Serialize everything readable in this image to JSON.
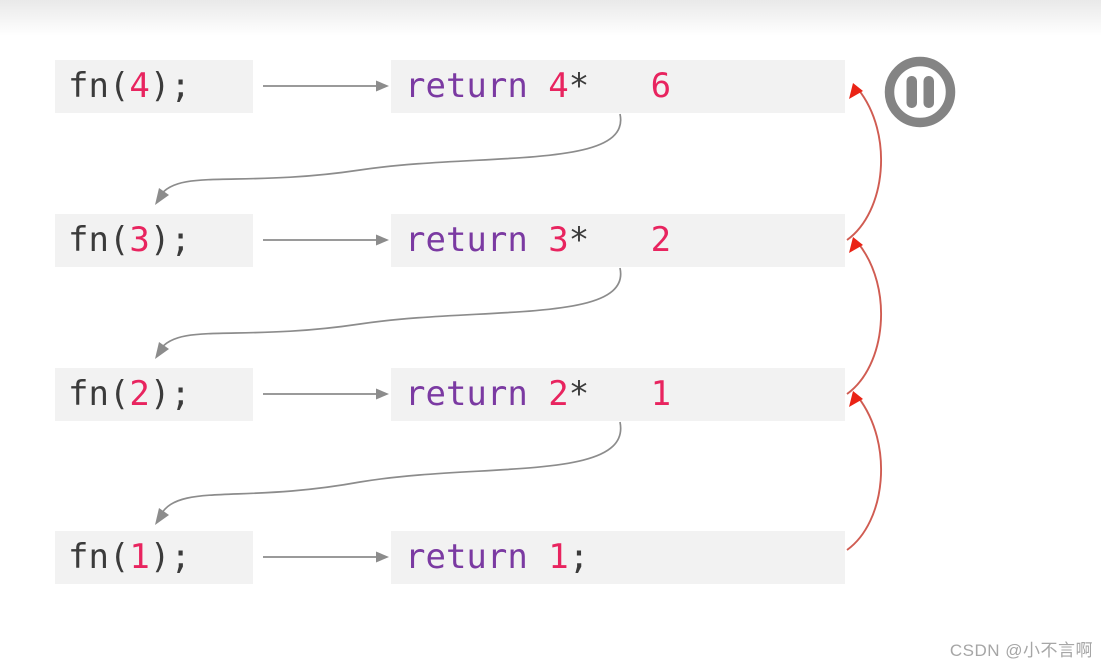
{
  "watermark": {
    "text": "CSDN @小不言啊"
  },
  "colors": {
    "box_bg": "#f2f2f2",
    "code_dark": "#3b3b3b",
    "number_pink": "#e8245f",
    "keyword_purple": "#7b3aa2",
    "arrow_gray": "#8c8c8c",
    "red_curve": "#d05c52",
    "red_arrowhead": "#ea2315",
    "pause_gray": "#848484"
  },
  "icons": {
    "pause": "pause-icon"
  },
  "rows": [
    {
      "call": {
        "segments": [
          {
            "text": "fn(",
            "color": "code_dark"
          },
          {
            "text": "4",
            "color": "number_pink"
          },
          {
            "text": ");",
            "color": "code_dark"
          }
        ]
      },
      "ret": {
        "segments": [
          {
            "text": "return ",
            "color": "keyword_purple"
          },
          {
            "text": "4",
            "color": "number_pink"
          },
          {
            "text": "*   ",
            "color": "code_dark"
          },
          {
            "text": "6",
            "color": "number_pink"
          }
        ]
      }
    },
    {
      "call": {
        "segments": [
          {
            "text": "fn(",
            "color": "code_dark"
          },
          {
            "text": "3",
            "color": "number_pink"
          },
          {
            "text": ");",
            "color": "code_dark"
          }
        ]
      },
      "ret": {
        "segments": [
          {
            "text": "return ",
            "color": "keyword_purple"
          },
          {
            "text": "3",
            "color": "number_pink"
          },
          {
            "text": "*   ",
            "color": "code_dark"
          },
          {
            "text": "2",
            "color": "number_pink"
          }
        ]
      }
    },
    {
      "call": {
        "segments": [
          {
            "text": "fn(",
            "color": "code_dark"
          },
          {
            "text": "2",
            "color": "number_pink"
          },
          {
            "text": ");",
            "color": "code_dark"
          }
        ]
      },
      "ret": {
        "segments": [
          {
            "text": "return ",
            "color": "keyword_purple"
          },
          {
            "text": "2",
            "color": "number_pink"
          },
          {
            "text": "*   ",
            "color": "code_dark"
          },
          {
            "text": "1",
            "color": "number_pink"
          }
        ]
      }
    },
    {
      "call": {
        "segments": [
          {
            "text": "fn(",
            "color": "code_dark"
          },
          {
            "text": "1",
            "color": "number_pink"
          },
          {
            "text": ");",
            "color": "code_dark"
          }
        ]
      },
      "ret": {
        "segments": [
          {
            "text": "return ",
            "color": "keyword_purple"
          },
          {
            "text": "1",
            "color": "number_pink"
          },
          {
            "text": ";",
            "color": "code_dark"
          }
        ]
      }
    }
  ]
}
